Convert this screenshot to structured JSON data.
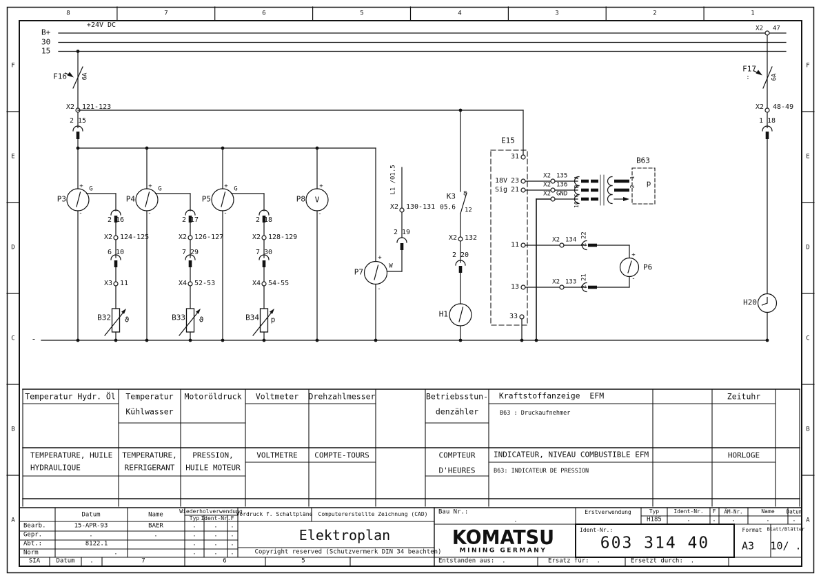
{
  "frame": {
    "cols": [
      "8",
      "7",
      "6",
      "5",
      "4",
      "3",
      "2",
      "1"
    ],
    "rows": [
      "F",
      "E",
      "D",
      "C",
      "B",
      "A"
    ]
  },
  "s": {
    "v24": "+24V DC",
    "bp": "B+",
    "r30": "30",
    "r15": "15",
    "minus": "-",
    "f16": "F16",
    "f16a": "6A",
    "f17": "F17",
    "f17a": "6A",
    "f17s": ":",
    "c215": "2 15",
    "c216": "2 16",
    "c217": "2 17",
    "c218": "2 18",
    "c610": "6 10",
    "c729": "7 29",
    "c730": "7 30",
    "c219": "2 19",
    "c220": "2 20",
    "c118": "1 18",
    "c222": "2 22",
    "c221": "2 21",
    "x2": "X2",
    "x3": "X3",
    "x4": "X4",
    "n121": "121-123",
    "n124": "124-125",
    "n126": "126-127",
    "n128": "128-129",
    "n130": "130-131",
    "n132": "132",
    "n47": "47",
    "n48": "48-49",
    "n135": "135",
    "n136": "136",
    "gnd": "GND",
    "n134": "134",
    "n133": "133",
    "n11": "11",
    "n52": "52-53",
    "n54": "54-55",
    "p3": "P3",
    "p4": "P4",
    "p5": "P5",
    "p8": "P8",
    "p7": "P7",
    "p6": "P6",
    "h1": "H1",
    "h20": "H20",
    "plus": "+",
    "min": "-",
    "g": "G",
    "v": "V",
    "w": "W",
    "b32": "B32",
    "b33": "B33",
    "b34": "B34",
    "theta": "ϑ",
    "psym": "p",
    "k3": "K3",
    "k3r": "05.6",
    "k3t8": "8",
    "k3t12": "12",
    "e15": "E15",
    "p31": "31",
    "p23": "23",
    "p21": "21",
    "p11": "11",
    "p13": "13",
    "p33": "33",
    "v18": "18V",
    "sig": "Sig",
    "b63": "B63",
    "ca": "A",
    "cb": "B",
    "cc": "C",
    "c10": "10",
    "c1": "1",
    "c2": "2",
    "l1": "L1 /01.5"
  },
  "lg": {
    "c1de": "Temperatur Hydr. Öl",
    "c1fr1": "TEMPERATURE, HUILE",
    "c1fr2": "HYDRAULIQUE",
    "c2de1": "Temperatur",
    "c2de2": "Kühlwasser",
    "c2fr1": "TEMPERATURE,",
    "c2fr2": "REFRIGERANT",
    "c3de": "Motoröldruck",
    "c3fr1": "PRESSION,",
    "c3fr2": "HUILE MOTEUR",
    "c4de": "Voltmeter",
    "c4fr": "VOLTMETRE",
    "c5de": "Drehzahlmesser",
    "c5fr": "COMPTE-TOURS",
    "c6de1": "Betriebsstun-",
    "c6de2": "denzähler",
    "c6fr1": "COMPTEUR",
    "c6fr2": "D'HEURES",
    "c7de": "Kraftstoffanzeige  EFM",
    "c7den": "B63 : Druckaufnehmer",
    "c7fr": "INDICATEUR, NIVEAU COMBUSTIBLE EFM",
    "c7frn": "B63: INDICATEUR DE PRESSION",
    "c9de": "Zeituhr",
    "c9fr": "HORLOGE"
  },
  "tb": {
    "bearb": "Bearb.",
    "gepr": "Gepr.",
    "abt": "Abt.:",
    "norm": "Norm",
    "datum": "Datum",
    "name": "Name",
    "bdat": "15-APR-93",
    "bname": "BAER",
    "abtv": "8122.1",
    "dot": ".",
    "wied": "Wiederholverwendung",
    "typ": "Typ",
    "ident": "Ident-Nr.",
    "f": "F",
    "sia": "SIA",
    "n7": "7",
    "n6": "6",
    "n5": "5",
    "vordruck": "Vordruck f. Schaltpläne",
    "cad": "Computererstellte Zeichnung (CAD)",
    "title": "Elektroplan",
    "copy": "Copyright reserved (Schutzvermerk DIN 34 beachten)",
    "bau": "Bau Nr.:",
    "logo": "KOMATSU",
    "logosub": "MINING GERMANY",
    "erst": "Erstverwendung",
    "h185": "H185",
    "am": "ÄM-Nr.",
    "identbig": "Ident-Nr.:",
    "num": "603 314 40",
    "formatl": "Format",
    "format": "A3",
    "blattl": "Blatt/Blätter",
    "blatt": "10/ .",
    "entst": "Entstanden aus:  .",
    "ersatz": "Ersatz für:  .",
    "ersetzt": "Ersetzt durch:  ."
  }
}
